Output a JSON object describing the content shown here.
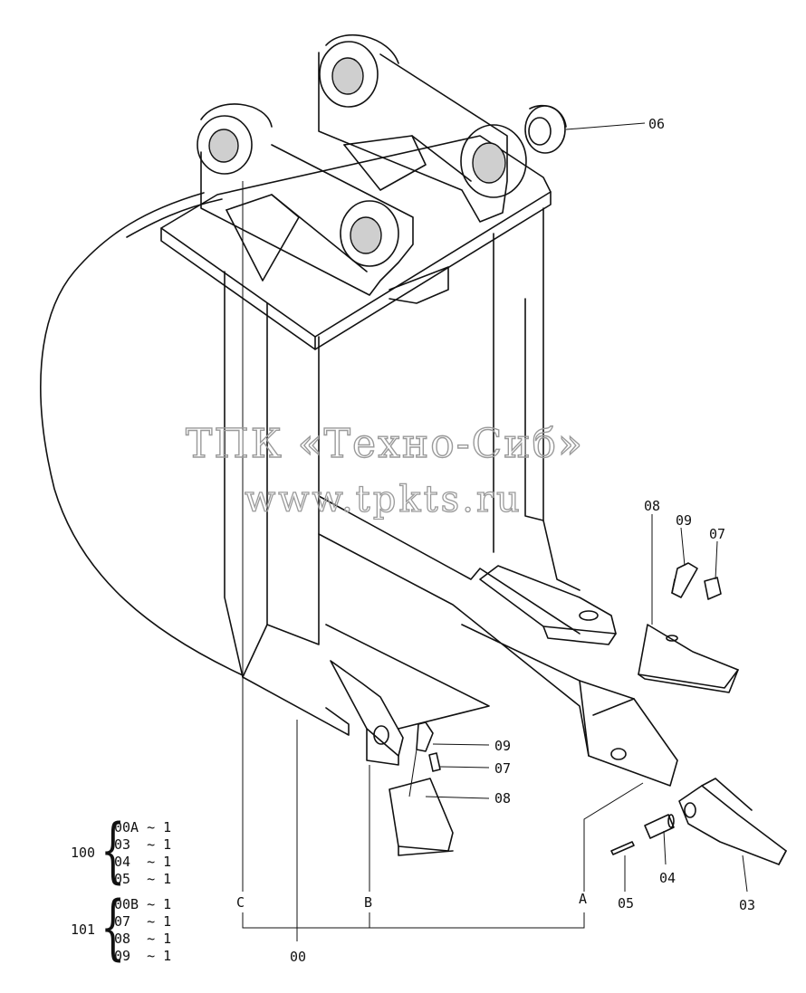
{
  "watermark": {
    "company": "ТПК «Техно-Сиб»",
    "url": "www.tpkts.ru"
  },
  "callouts": {
    "p06": "06",
    "p08_right": "08",
    "p09_right": "09",
    "p07_right": "07",
    "p09_mid": "09",
    "p07_mid": "07",
    "p08_mid": "08",
    "p05": "05",
    "p04": "04",
    "p03": "03",
    "p00": "00",
    "ref_a": "A",
    "ref_b": "B",
    "ref_c": "C"
  },
  "kits": [
    {
      "number": "100",
      "items": [
        "00A ~ 1",
        "03  ~ 1",
        "04  ~ 1",
        "05  ~ 1"
      ]
    },
    {
      "number": "101",
      "items": [
        "00B ~ 1",
        "07  ~ 1",
        "08  ~ 1",
        "09  ~ 1"
      ]
    }
  ]
}
